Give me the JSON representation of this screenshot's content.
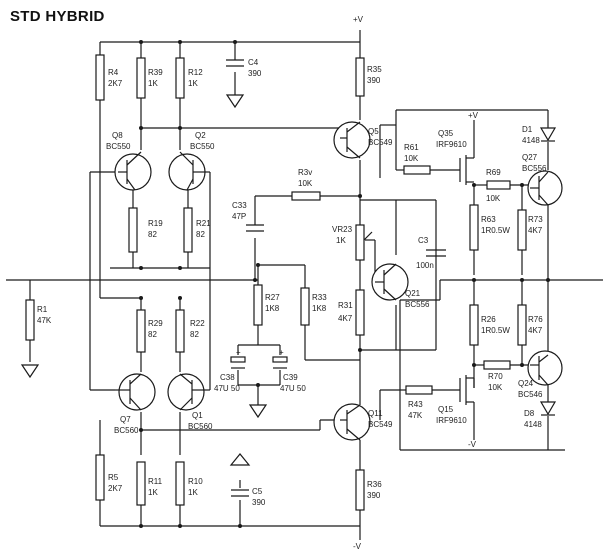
{
  "title": "STD HYBRID",
  "rails": {
    "top": "+V",
    "bottom": "-V",
    "right_top": "+V",
    "right_bottom": "-V"
  },
  "components": [
    {
      "name": "r4",
      "ref": "R4",
      "value": "2K7"
    },
    {
      "name": "r39",
      "ref": "R39",
      "value": "1K"
    },
    {
      "name": "r12",
      "ref": "R12",
      "value": "1K"
    },
    {
      "name": "c4",
      "ref": "C4",
      "value": "390"
    },
    {
      "name": "r35",
      "ref": "R35",
      "value": "390"
    },
    {
      "name": "q8",
      "ref": "Q8",
      "value": "BC550"
    },
    {
      "name": "q2",
      "ref": "Q2",
      "value": "BC550"
    },
    {
      "name": "q5",
      "ref": "Q5",
      "value": "BC549"
    },
    {
      "name": "r61",
      "ref": "R61",
      "value": "10K"
    },
    {
      "name": "q35",
      "ref": "Q35",
      "value": "IRF9610"
    },
    {
      "name": "d1",
      "ref": "D1",
      "value": "4148"
    },
    {
      "name": "q27",
      "ref": "Q27",
      "value": "BC556"
    },
    {
      "name": "r19",
      "ref": "R19",
      "value": "82"
    },
    {
      "name": "r21",
      "ref": "R21",
      "value": "82"
    },
    {
      "name": "r3v",
      "ref": "R3v",
      "value": "10K"
    },
    {
      "name": "c33",
      "ref": "C33",
      "value": "47P"
    },
    {
      "name": "vr23",
      "ref": "VR23",
      "value": "1K"
    },
    {
      "name": "c3",
      "ref": "C3",
      "value": "100n"
    },
    {
      "name": "r69",
      "ref": "R69",
      "value": "10K"
    },
    {
      "name": "r63",
      "ref": "R63",
      "value": "1R0.5W"
    },
    {
      "name": "r73",
      "ref": "R73",
      "value": "4K7"
    },
    {
      "name": "q21",
      "ref": "Q21",
      "value": "BC556"
    },
    {
      "name": "r1",
      "ref": "R1",
      "value": "47K"
    },
    {
      "name": "r27",
      "ref": "R27",
      "value": "1K8"
    },
    {
      "name": "r33",
      "ref": "R33",
      "value": "1K8"
    },
    {
      "name": "r31",
      "ref": "R31",
      "value": "4K7"
    },
    {
      "name": "r26",
      "ref": "R26",
      "value": "1R0.5W"
    },
    {
      "name": "r76",
      "ref": "R76",
      "value": "4K7"
    },
    {
      "name": "r29",
      "ref": "R29",
      "value": "82"
    },
    {
      "name": "r22",
      "ref": "R22",
      "value": "82"
    },
    {
      "name": "c38",
      "ref": "C38",
      "value": "47U 50"
    },
    {
      "name": "c39",
      "ref": "C39",
      "value": "47U 50"
    },
    {
      "name": "r70",
      "ref": "R70",
      "value": "10K"
    },
    {
      "name": "q24",
      "ref": "Q24",
      "value": "BC546"
    },
    {
      "name": "q7",
      "ref": "Q7",
      "value": "BC560"
    },
    {
      "name": "q1",
      "ref": "Q1",
      "value": "BC560"
    },
    {
      "name": "q11",
      "ref": "Q11",
      "value": "BC549"
    },
    {
      "name": "r43",
      "ref": "R43",
      "value": "47K"
    },
    {
      "name": "q15",
      "ref": "Q15",
      "value": "IRF9610"
    },
    {
      "name": "d8",
      "ref": "D8",
      "value": "4148"
    },
    {
      "name": "r5",
      "ref": "R5",
      "value": "2K7"
    },
    {
      "name": "r11",
      "ref": "R11",
      "value": "1K"
    },
    {
      "name": "r10",
      "ref": "R10",
      "value": "1K"
    },
    {
      "name": "c5",
      "ref": "C5",
      "value": "390"
    },
    {
      "name": "r36",
      "ref": "R36",
      "value": "390"
    }
  ]
}
